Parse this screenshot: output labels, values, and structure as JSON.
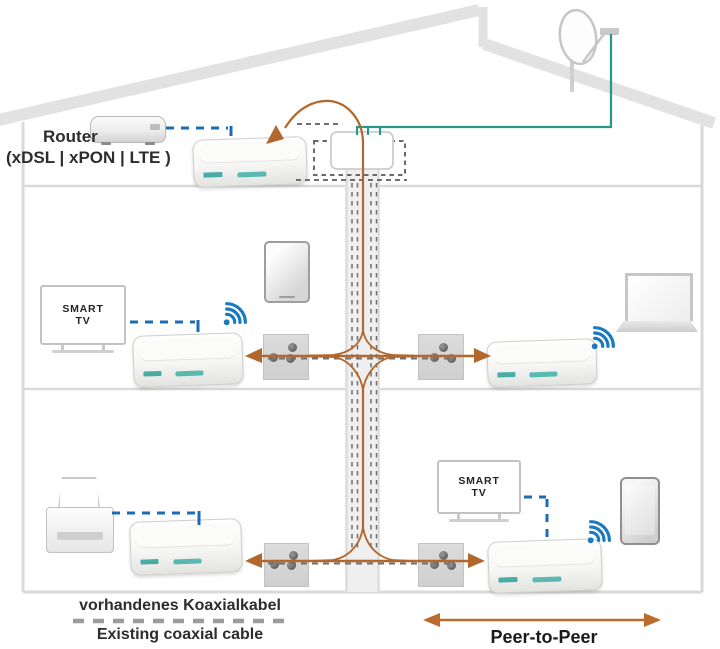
{
  "router": {
    "title": "Router",
    "subtitle": "(xDSL | xPON | LTE )"
  },
  "smart_tv": {
    "line1": "SMART",
    "line2": "TV"
  },
  "legend": {
    "coax_de": "vorhandenes Koaxialkabel",
    "coax_en": "Existing coaxial cable",
    "p2p": "Peer-to-Peer"
  },
  "colors": {
    "coax_backbone_orange": "#b2672c",
    "peer_arrow_orange": "#bc6a2e",
    "ethernet_dashed_blue": "#1c6cb5",
    "sat_cable_teal": "#259889",
    "wifi_blue": "#1b79c0",
    "house_structure_gray": "#dedede",
    "existing_coax_dash_gray": "#6f6f6f",
    "legend_dash_gray": "#9c9c9c",
    "text_dark": "#2d2d2d"
  },
  "icons": {
    "wifi": "wifi-icon",
    "satellite_dish": "satellite-dish-icon"
  }
}
